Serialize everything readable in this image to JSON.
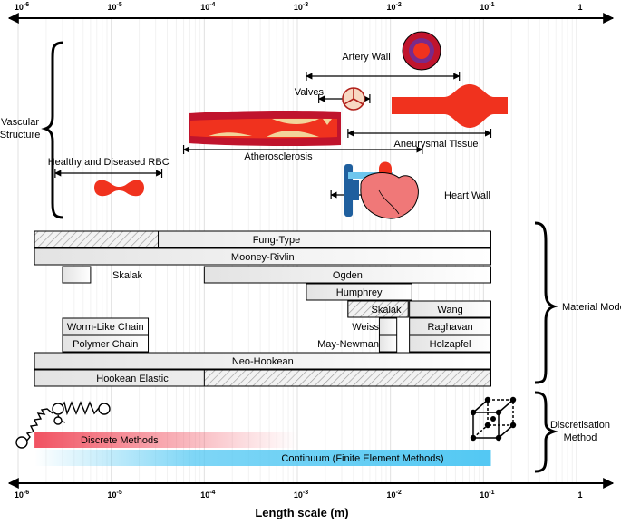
{
  "axis": {
    "ticks": [
      {
        "base": "10",
        "exp": "-6"
      },
      {
        "base": "10",
        "exp": "-5"
      },
      {
        "base": "10",
        "exp": "-4"
      },
      {
        "base": "10",
        "exp": "-3"
      },
      {
        "base": "10",
        "exp": "-2"
      },
      {
        "base": "10",
        "exp": "-1"
      },
      {
        "base": "1",
        "exp": ""
      }
    ],
    "label": "Length scale (m)"
  },
  "vascular": {
    "group_label_line1": "Vascular",
    "group_label_line2": "Structure",
    "items": [
      {
        "label": "Artery Wall",
        "from": 0.00125,
        "to": 0.055
      },
      {
        "label": "Valves",
        "from": 0.0017,
        "to": 0.006
      },
      {
        "label": "Aneurysmal Tissue",
        "from": 0.0035,
        "to": 0.12
      },
      {
        "label": "Atherosclerosis",
        "from": 6e-05,
        "to": 0.022
      },
      {
        "label": "Healthy and Diseased RBC",
        "from": 2.5e-06,
        "to": 3.5e-05
      },
      {
        "label": "Heart Wall",
        "from": 0.0023,
        "to": 0.0145
      }
    ]
  },
  "material": {
    "group_label": "Material Model",
    "rows": [
      {
        "label": "Fung-Type",
        "from": 1.5e-06,
        "to": 0.12,
        "hatch_from": 1.5e-06,
        "hatch_to": 3.2e-05
      },
      {
        "label": "Mooney-Rivlin",
        "from": 1.5e-06,
        "to": 0.12
      },
      {
        "label": "Skalak",
        "from": 3e-06,
        "to": 6e-06
      },
      {
        "label": "Ogden",
        "from": 0.0001,
        "to": 0.12
      },
      {
        "label": "Humphrey",
        "from": 0.00125,
        "to": 0.017
      },
      {
        "label": "Skalak",
        "from": 0.0035,
        "to": 0.0155
      },
      {
        "label": "Wang",
        "from": 0.016,
        "to": 0.12
      },
      {
        "label": "Worm-Like Chain",
        "from": 3e-06,
        "to": 2.5e-05
      },
      {
        "label": "Weiss",
        "from": 0.0076,
        "to": 0.0117
      },
      {
        "label": "Raghavan",
        "from": 0.016,
        "to": 0.12
      },
      {
        "label": "Polymer Chain",
        "from": 3e-06,
        "to": 2.5e-05
      },
      {
        "label": "May-Newman",
        "from": 0.0076,
        "to": 0.0117
      },
      {
        "label": "Holzapfel",
        "from": 0.016,
        "to": 0.12
      },
      {
        "label": "Neo-Hookean",
        "from": 1.5e-06,
        "to": 0.12
      },
      {
        "label": "Hookean Elastic",
        "from": 1.5e-06,
        "to": 0.12,
        "hatch_from": 0.0001,
        "hatch_to": 0.12
      }
    ]
  },
  "discretisation": {
    "group_label_line1": "Discretisation",
    "group_label_line2": "Method",
    "discrete": {
      "label": "Discrete Methods",
      "from": 1.5e-06,
      "to": 0.001,
      "color": "#f04a5a"
    },
    "continuum": {
      "label": "Continuum (Finite Element Methods)",
      "from": 1.5e-06,
      "to": 0.12,
      "color": "#53c8f3"
    }
  },
  "colors": {
    "vessel_red": "#f0321e",
    "artery_ring": "#c0142d",
    "artery_inner": "#7a2a8a",
    "plaque": "#f2d49a",
    "vein_blue": "#1f5f9e",
    "vessel_light_blue": "#6ec6ee"
  },
  "icons": [
    "artery-cross-section-icon",
    "valve-icon",
    "aneurysm-icon",
    "atherosclerosis-vessel-icon",
    "red-blood-cell-icon",
    "heart-icon",
    "spring-chain-icon",
    "fem-cube-icon"
  ]
}
